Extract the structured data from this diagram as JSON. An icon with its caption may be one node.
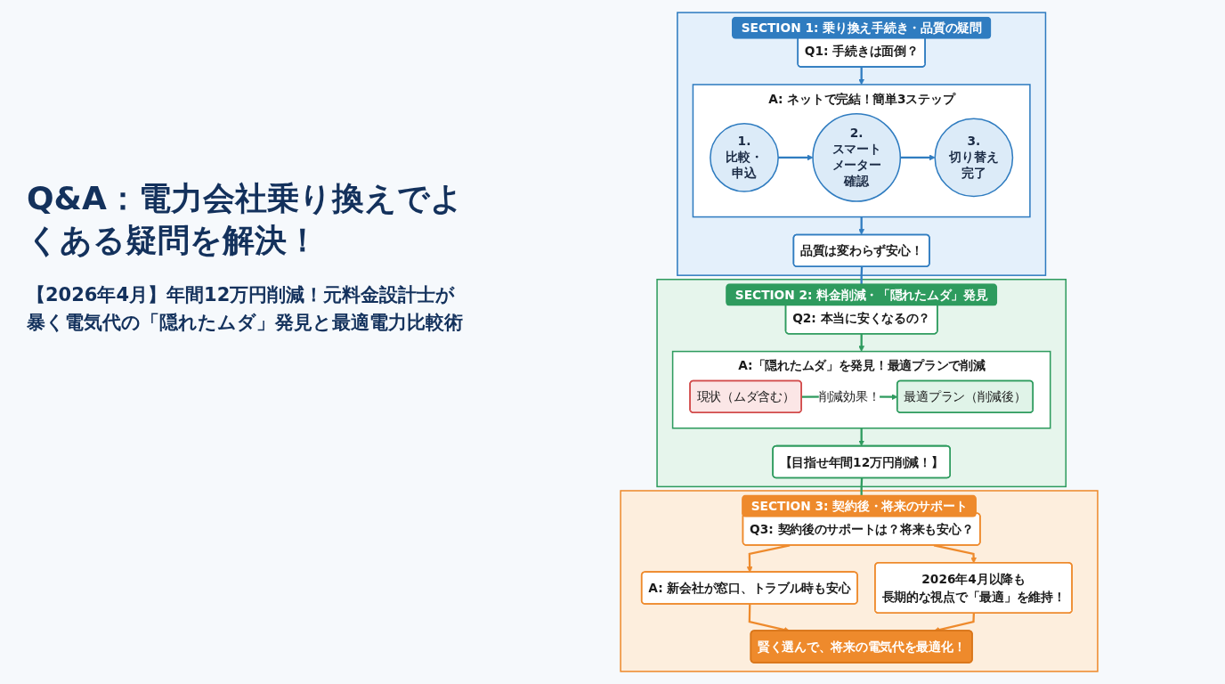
{
  "diagram": {
    "title": "Q&A：電力会社乗り換えでよくある疑問を解決！",
    "nodes": [
      {
        "text": [
          "SECTION 1: 乗り換え手続き・品質の疑問"
        ]
      },
      {
        "text": [
          "Q1: 手続きは面倒？"
        ],
        "in": 0
      },
      {
        "text": [
          "A: ネットで完結！簡単3ステップ"
        ],
        "in": 0
      },
      {
        "text": [
          "1.",
          "比較・申込"
        ],
        "in": 2
      },
      {
        "text": [
          "2.",
          "スマートメーター確認"
        ],
        "in": 2
      },
      {
        "text": [
          "3.",
          "切り替え完了"
        ],
        "in": 2
      },
      {
        "text": [
          "品質は変わらず安心！"
        ],
        "in": 0
      },
      {
        "text": [
          "SECTION 2: 料金削減・「隠れたムダ」発見"
        ]
      },
      {
        "text": [
          "Q2: 本当に安くなるの？"
        ],
        "in": 7
      },
      {
        "text": [
          "A:「隠れたムダ」を発見！最適プランで削減"
        ],
        "in": 7
      },
      {
        "text": [
          "現状（ムダ含む）"
        ],
        "in": 9
      },
      {
        "text": [
          "最適プラン（削減後）"
        ],
        "in": 9
      },
      {
        "text": [
          "【目指せ年間12万円削減！】"
        ],
        "in": 7
      },
      {
        "text": [
          "SECTION 3: 契約後・将来のサポート"
        ]
      },
      {
        "text": [
          "Q3: 契約後のサポートは？将来も安心？"
        ],
        "in": 13
      },
      {
        "text": [
          "A: 新会社が窓口、トラブル時も安心"
        ],
        "in": 13
      },
      {
        "text": [
          "2026年4月以降も",
          "長期的な視点で「最適」を維持！"
        ],
        "in": 13
      },
      {
        "text": [
          "賢く選んで、将来の電気代を最適化！"
        ],
        "in": 13
      }
    ],
    "edges": [
      {
        "from": 1,
        "to": 2,
        "arrow": "to"
      },
      {
        "from": 3,
        "to": 4,
        "arrow": "to"
      },
      {
        "from": 4,
        "to": 5,
        "arrow": "to"
      },
      {
        "from": 2,
        "to": 6,
        "arrow": "to"
      },
      {
        "from": 6,
        "to": 8,
        "arrow": "to"
      },
      {
        "from": 8,
        "to": 9,
        "arrow": "to",
        "color": "#2e9b5e"
      },
      {
        "from": 10,
        "to": 11,
        "arrow": "to",
        "label": "削減効果！",
        "color": "#2e9b5e"
      },
      {
        "from": 9,
        "to": 12,
        "arrow": "to",
        "color": "#2e9b5e"
      },
      {
        "from": 12,
        "to": 14,
        "arrow": "to",
        "color": "#2e9b5e"
      },
      {
        "from": 14,
        "to": 15,
        "arrow": "to",
        "color": "#ee8a2c"
      },
      {
        "from": 14,
        "to": 16,
        "arrow": "to",
        "color": "#ee8a2c"
      },
      {
        "from": 15,
        "to": 17,
        "arrow": "to",
        "color": "#ee8a2c"
      },
      {
        "from": 16,
        "to": 17,
        "arrow": "to",
        "color": "#ee8a2c"
      }
    ],
    "labels": [
      "【2026年4月】年間12万円削減！元料金設計士が暴く電気代の「隠れたムダ」発見と最適電力比較術"
    ]
  }
}
